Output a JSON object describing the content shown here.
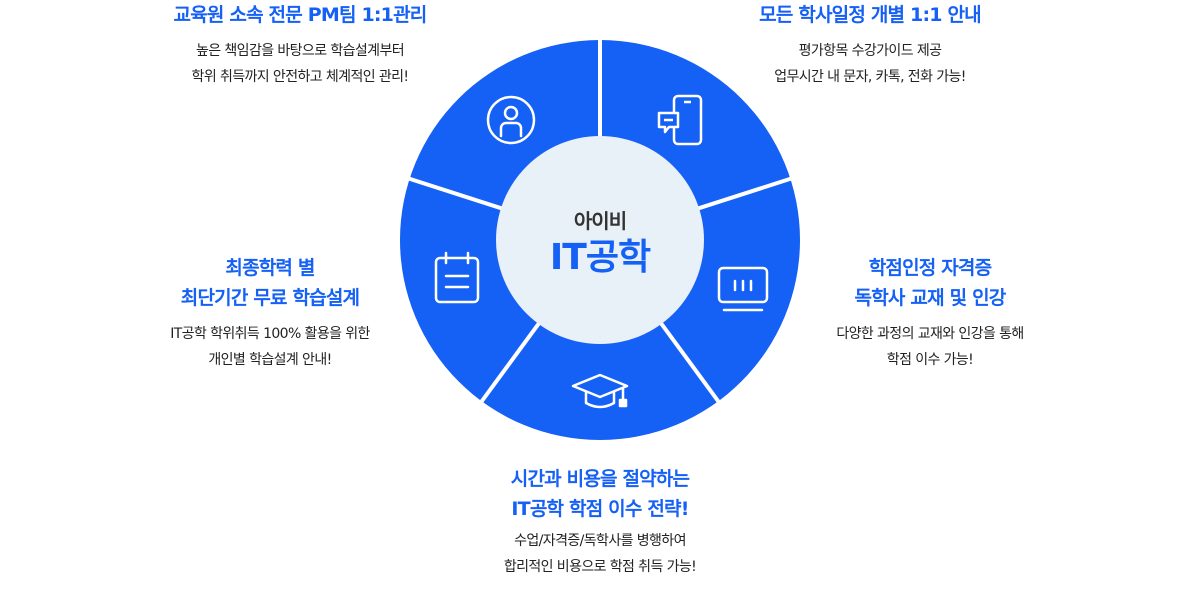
{
  "colors": {
    "accent": "#1560f5",
    "center_bg": "#e8f0f8"
  },
  "center": {
    "sub": "아이비",
    "main": "IT공학"
  },
  "features": [
    {
      "icon": "person-icon",
      "title_lines": [
        "교육원 소속 전문 PM팀 1:1관리"
      ],
      "desc_lines": [
        "높은 책임감을 바탕으로 학습설계부터",
        "학위 취득까지 안전하고 체계적인 관리!"
      ]
    },
    {
      "icon": "phone-chat-icon",
      "title_lines": [
        "모든 학사일정 개별 1:1 안내"
      ],
      "desc_lines": [
        "평가항목 수강가이드 제공",
        "업무시간 내 문자, 카톡, 전화 가능!"
      ]
    },
    {
      "icon": "monitor-icon",
      "title_lines": [
        "학점인정 자격증",
        "독학사 교재 및 인강"
      ],
      "desc_lines": [
        "다양한 과정의 교재와 인강을 통해",
        "학점 이수 가능!"
      ]
    },
    {
      "icon": "graduation-cap-icon",
      "title_lines": [
        "시간과 비용을 절약하는",
        "IT공학 학점 이수 전략!"
      ],
      "desc_lines": [
        "수업/자격증/독학사를 병행하여",
        "합리적인 비용으로 학점 취득 가능!"
      ]
    },
    {
      "icon": "notepad-icon",
      "title_lines": [
        "최종학력 별",
        "최단기간 무료 학습설계"
      ],
      "desc_lines": [
        "IT공학 학위취득 100% 활용을 위한",
        "개인별 학습설계 안내!"
      ]
    }
  ]
}
